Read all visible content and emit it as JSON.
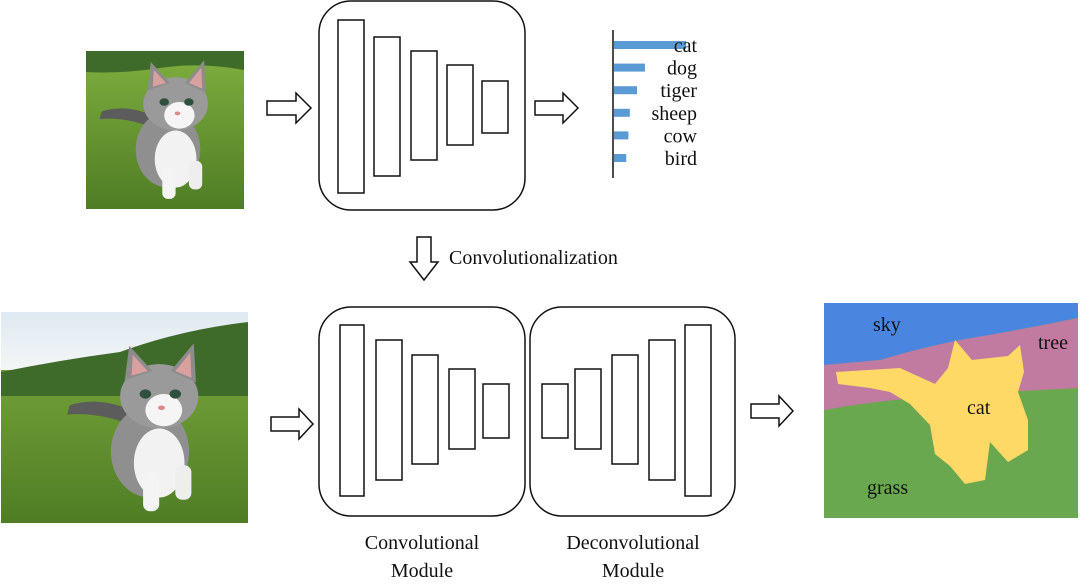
{
  "classification": {
    "labels": [
      "cat",
      "dog",
      "tiger",
      "sheep",
      "cow",
      "bird"
    ],
    "scores": [
      1.0,
      0.43,
      0.32,
      0.22,
      0.2,
      0.17
    ],
    "bar_color": "#5b9bd5"
  },
  "transition_label": "Convolutionalization",
  "modules": {
    "conv_label_line1": "Convolutional",
    "conv_label_line2": "Module",
    "deconv_label_line1": "Deconvolutional",
    "deconv_label_line2": "Module"
  },
  "segmentation": {
    "sky_label": "sky",
    "tree_label": "tree",
    "cat_label": "cat",
    "grass_label": "grass",
    "colors": {
      "sky": "#4a86e0",
      "tree": "#c27ba0",
      "cat": "#ffd966",
      "grass": "#6aa84f"
    }
  },
  "photos": {
    "top_caption": "",
    "bottom_caption": ""
  }
}
